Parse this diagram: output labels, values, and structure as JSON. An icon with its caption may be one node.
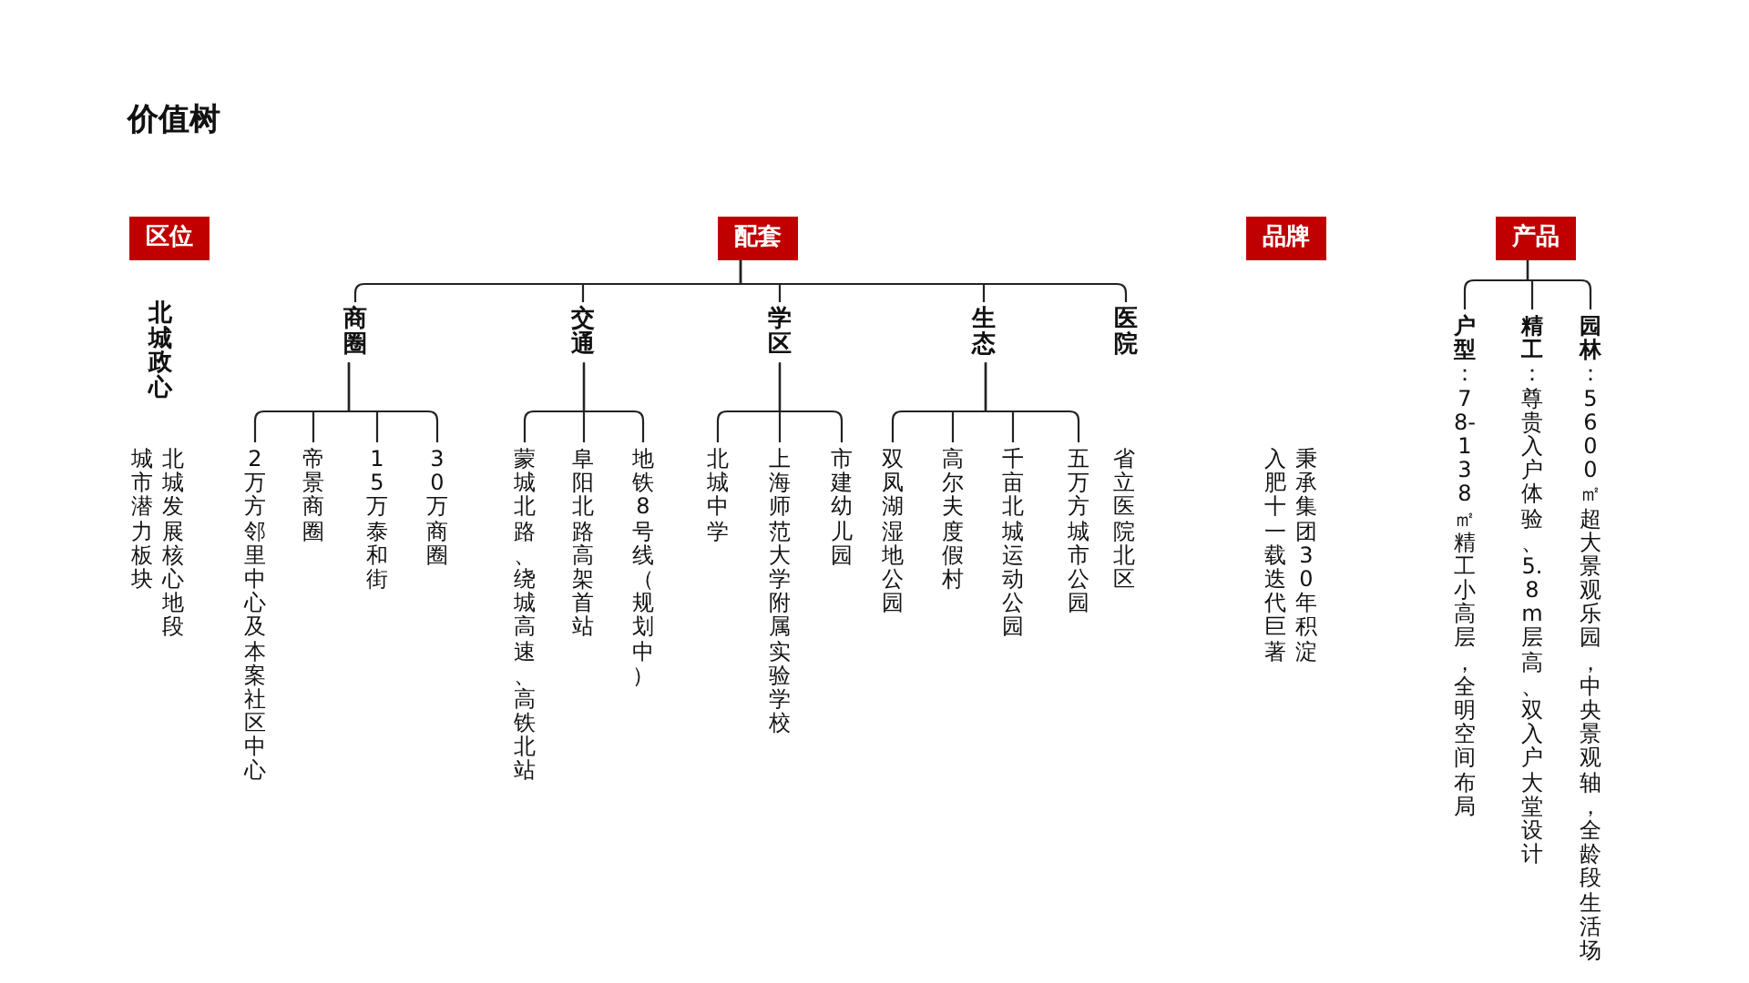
{
  "diagram": {
    "title": "价值树",
    "nodes": [
      {
        "text": [
          "区位"
        ]
      },
      {
        "text": [
          "配套"
        ]
      },
      {
        "text": [
          "商圈"
        ]
      },
      {
        "text": [
          "交通"
        ]
      },
      {
        "text": [
          "学区"
        ]
      },
      {
        "text": [
          "生态"
        ]
      },
      {
        "text": [
          "医院"
        ]
      },
      {
        "text": [
          "2万方邻里中心及本案社区中心"
        ]
      },
      {
        "text": [
          "帝景商圈"
        ]
      },
      {
        "text": [
          "15万泰和街"
        ]
      },
      {
        "text": [
          "30万商圈"
        ]
      },
      {
        "text": [
          "蒙城北路、绕城高速、高铁北站"
        ]
      },
      {
        "text": [
          "阜阳北路高架首站"
        ]
      },
      {
        "text": [
          "地铁8号线（规划中）"
        ]
      },
      {
        "text": [
          "北城中学"
        ]
      },
      {
        "text": [
          "上海师范大学附属实验学校"
        ]
      },
      {
        "text": [
          "市建幼儿园"
        ]
      },
      {
        "text": [
          "双凤湖湿地公园"
        ]
      },
      {
        "text": [
          "高尔夫度假村"
        ]
      },
      {
        "text": [
          "千亩北城运动公园"
        ]
      },
      {
        "text": [
          "五万方城市公园"
        ]
      },
      {
        "text": [
          "品牌"
        ]
      },
      {
        "text": [
          "产品"
        ]
      },
      {
        "text": [
          "**户型**：78-138㎡精工小高层，全明空间布局"
        ]
      },
      {
        "text": [
          "**精工**：尊贵入户体验、5.8m层高、双入户大堂设计"
        ]
      },
      {
        "text": [
          "**园林**：5600㎡超大景观乐园，中央景观轴，全龄段生活场"
        ]
      }
    ],
    "edges": [
      {
        "from": 1,
        "to": 2,
        "arrow": "none"
      },
      {
        "from": 1,
        "to": 3,
        "arrow": "none"
      },
      {
        "from": 1,
        "to": 4,
        "arrow": "none"
      },
      {
        "from": 1,
        "to": 5,
        "arrow": "none"
      },
      {
        "from": 1,
        "to": 6,
        "arrow": "none"
      },
      {
        "from": 2,
        "to": 7,
        "arrow": "none"
      },
      {
        "from": 2,
        "to": 8,
        "arrow": "none"
      },
      {
        "from": 2,
        "to": 9,
        "arrow": "none"
      },
      {
        "from": 2,
        "to": 10,
        "arrow": "none"
      },
      {
        "from": 3,
        "to": 11,
        "arrow": "none"
      },
      {
        "from": 3,
        "to": 12,
        "arrow": "none"
      },
      {
        "from": 3,
        "to": 13,
        "arrow": "none"
      },
      {
        "from": 4,
        "to": 14,
        "arrow": "none"
      },
      {
        "from": 4,
        "to": 15,
        "arrow": "none"
      },
      {
        "from": 4,
        "to": 16,
        "arrow": "none"
      },
      {
        "from": 5,
        "to": 17,
        "arrow": "none"
      },
      {
        "from": 5,
        "to": 18,
        "arrow": "none"
      },
      {
        "from": 5,
        "to": 19,
        "arrow": "none"
      },
      {
        "from": 5,
        "to": 20,
        "arrow": "none"
      },
      {
        "from": 22,
        "to": 23,
        "arrow": "none"
      },
      {
        "from": 22,
        "to": 24,
        "arrow": "none"
      },
      {
        "from": 22,
        "to": 25,
        "arrow": "none"
      }
    ],
    "labels": [
      "北城政心",
      "北城发展核心地段",
      "城市潜力板块",
      "省立医院北区",
      "秉承集团30年积淀入肥十一载迭代巨著"
    ]
  }
}
